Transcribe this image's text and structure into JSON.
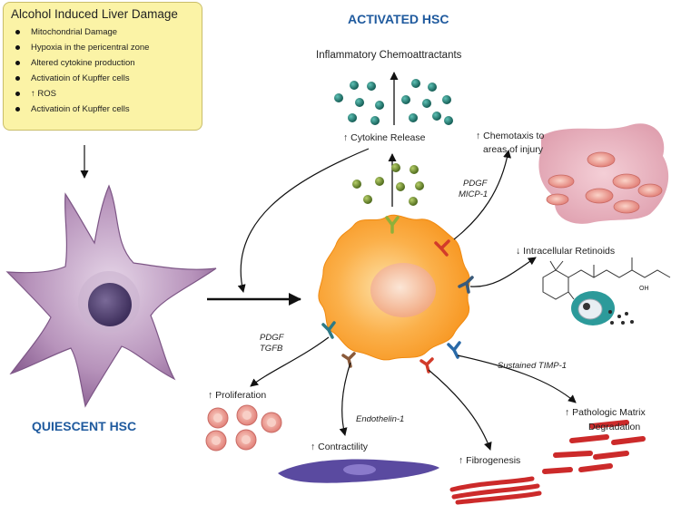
{
  "box": {
    "title": "Alcohol Induced Liver Damage",
    "items": [
      "Mitochondrial Damage",
      "Hypoxia in the pericentral zone",
      "Altered cytokine production",
      "Activatioin of Kupffer cells",
      "↑ ROS",
      "Activatioin of Kupffer cells"
    ]
  },
  "labels": {
    "activated": "ACTIVATED HSC",
    "quiescent": "QUIESCENT HSC",
    "inflammatory": "Inflammatory Chemoattractants",
    "cytokine": "↑ Cytokine Release",
    "chemotaxis_1": "↑ Chemotaxis to",
    "chemotaxis_2": "areas of injury",
    "pdgf_micp_1": "PDGF",
    "pdgf_micp_2": "MICP-1",
    "retinoids": "↓ Intracellular Retinoids",
    "retinoid_oh": "OH",
    "pdgf_tgfb_1": "PDGF",
    "pdgf_tgfb_2": "TGFB",
    "proliferation": "↑ Proliferation",
    "endothelin": "Endothelin-1",
    "contractility": "↑ Contractility",
    "fibrogenesis": "↑ Fibrogenesis",
    "timp": "Sustained TIMP-1",
    "matrix_1": "↑ Pathologic Matrix",
    "matrix_2": "Degradation"
  },
  "colors": {
    "box_fill": "#fbf3a6",
    "title_blue": "#1f5a9e",
    "quiescent_purple": "#a27ea8",
    "activated_orange": "#f7941d",
    "teal_dot": "#1f7a70",
    "green_dot": "#6f8f2e",
    "red_cell": "#e27a7a",
    "fiber_red": "#cc2a2a",
    "contractile_purple": "#5a4aa0"
  }
}
